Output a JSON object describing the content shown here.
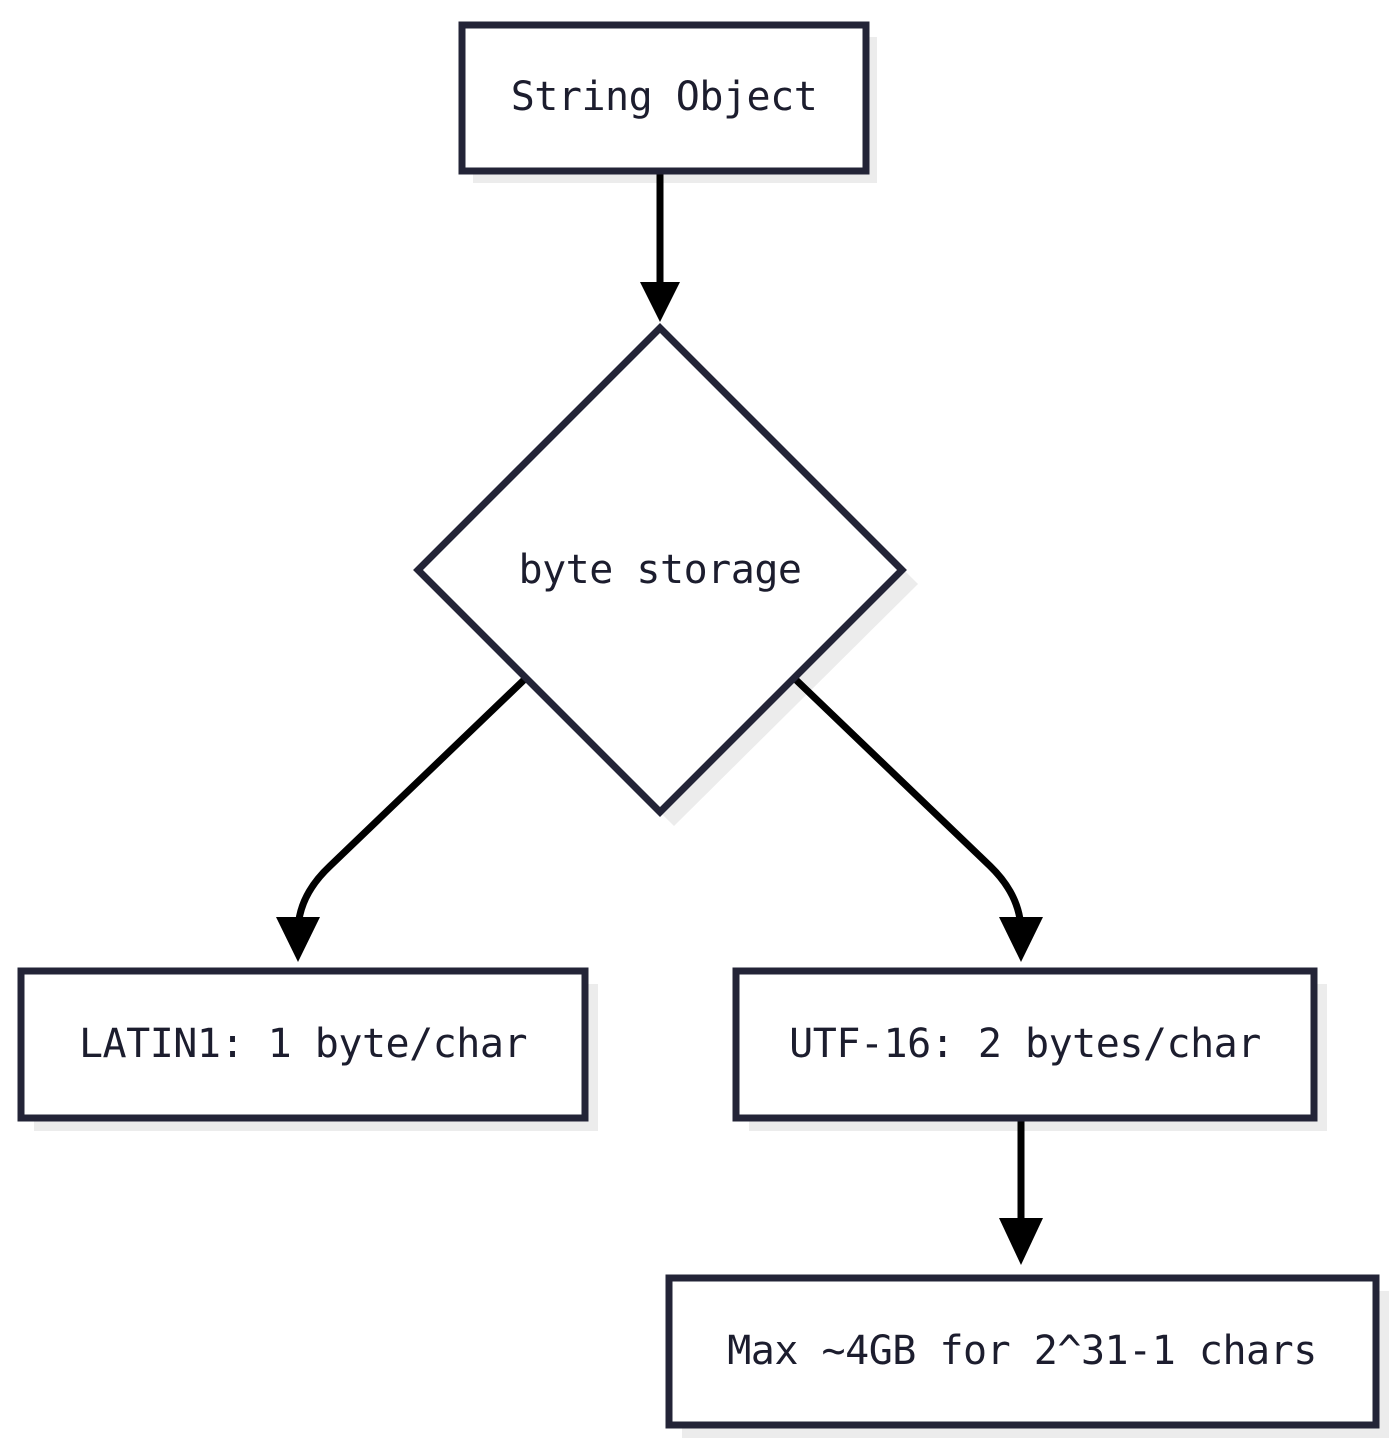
{
  "diagram": {
    "title": "String byte storage flowchart",
    "background_color": "#ffffff",
    "node_fill": "#ffffff",
    "node_stroke": "#232437",
    "shadow_color": "#ececec",
    "edge_color": "#000000",
    "text_color": "#1c1d2e",
    "nodes": [
      {
        "id": "string-object",
        "label": "String Object",
        "shape": "rectangle"
      },
      {
        "id": "byte-storage",
        "label": "byte storage",
        "shape": "diamond"
      },
      {
        "id": "latin1",
        "label": "LATIN1: 1 byte/char",
        "shape": "rectangle"
      },
      {
        "id": "utf16",
        "label": "UTF-16: 2 bytes/char",
        "shape": "rectangle"
      },
      {
        "id": "max-size",
        "label": "Max ~4GB for 2^31-1 chars",
        "shape": "rectangle"
      }
    ],
    "edges": [
      {
        "id": "edge-string-object-to-byte-storage",
        "from": "string-object",
        "to": "byte-storage",
        "label": ""
      },
      {
        "id": "edge-byte-storage-to-latin1",
        "from": "byte-storage",
        "to": "latin1",
        "label": ""
      },
      {
        "id": "edge-byte-storage-to-utf16",
        "from": "byte-storage",
        "to": "utf16",
        "label": ""
      },
      {
        "id": "edge-utf16-to-max-size",
        "from": "utf16",
        "to": "max-size",
        "label": ""
      }
    ]
  }
}
